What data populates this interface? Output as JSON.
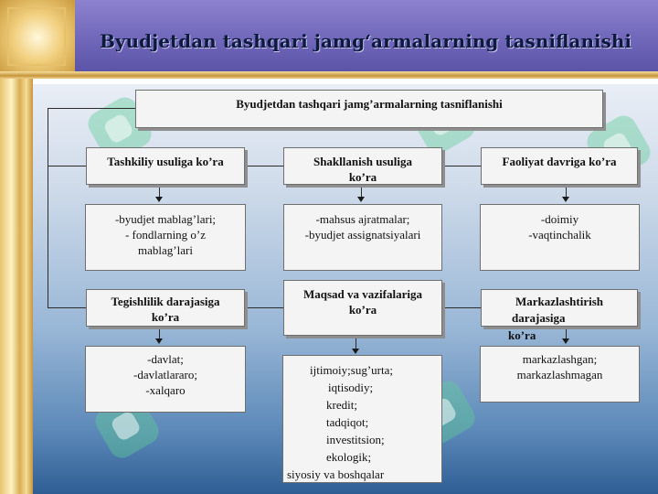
{
  "slide": {
    "title": "Byudjetdan tashqari jamg‘armalarning tasniflanishi"
  },
  "diagram": {
    "root": "Byudjetdan tashqari jamg’armalarning tasniflanishi",
    "categories": [
      {
        "label": "Tashkiliy usuliga ko’ra",
        "items": [
          "-byudjet mablag’lari;",
          "- fondlarning o’z",
          "mablag’lari"
        ]
      },
      {
        "label1": "Shakllanish usuliga",
        "label2": "ko’ra",
        "items": [
          "-mahsus ajratmalar;",
          "-byudjet assignatsiyalari"
        ]
      },
      {
        "label": "Faoliyat davriga ko’ra",
        "items": [
          "-doimiy",
          "-vaqtinchalik"
        ]
      },
      {
        "label1": "Tegishlilik darajasiga",
        "label2": "ko’ra",
        "items": [
          "-davlat;",
          "-davlatlararo;",
          "-xalqaro"
        ]
      },
      {
        "label1": "Maqsad va vazifalariga",
        "label2": "ko’ra",
        "items": [
          "ijtimoiy;sug’urta;",
          "iqtisodiy;",
          "kredit;",
          "tadqiqot;",
          "investitsion;",
          "ekologik;",
          "siyosiy va boshqalar"
        ]
      },
      {
        "label1": "Markazlashtirish",
        "label2": "darajasiga",
        "label3": "ko’ra",
        "items": [
          "markazlashgan;",
          "markazlashmagan"
        ]
      }
    ]
  }
}
